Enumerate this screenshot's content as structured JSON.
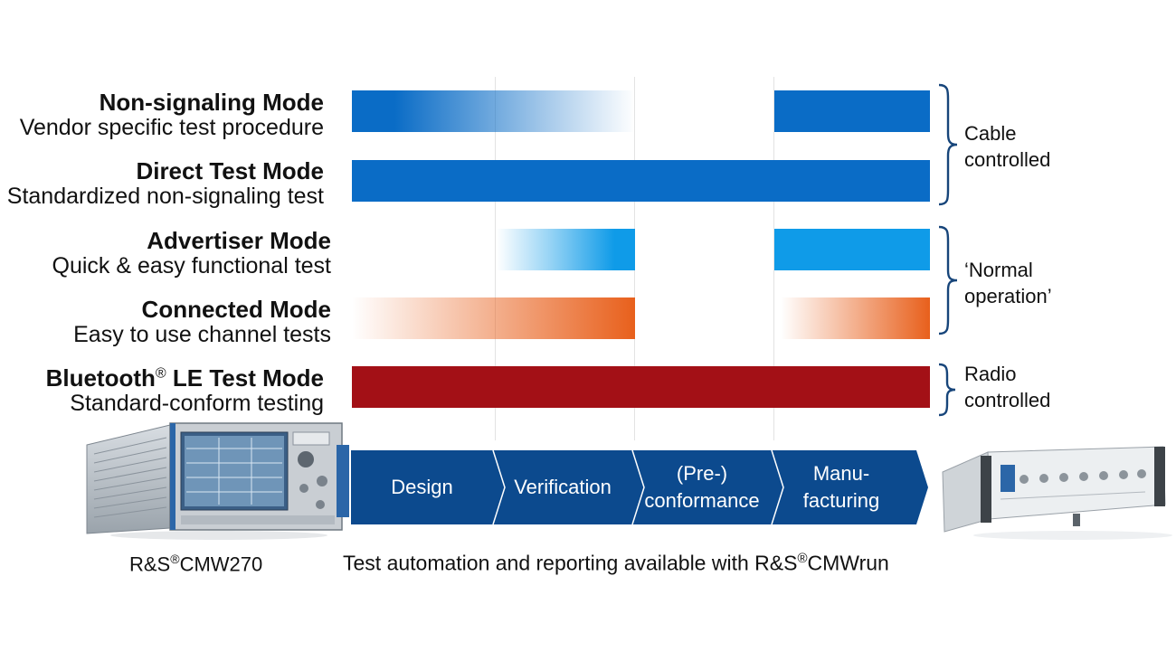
{
  "modes": [
    {
      "title": "Non-signaling Mode",
      "desc": "Vendor specific test procedure"
    },
    {
      "title": "Direct Test Mode",
      "desc": "Standardized non-signaling test"
    },
    {
      "title": "Advertiser Mode",
      "desc": "Quick & easy functional test"
    },
    {
      "title": "Connected Mode",
      "desc": "Easy to use channel tests"
    },
    {
      "title_main": "Bluetooth",
      "title_reg": "®",
      "title_rest": " LE Test Mode",
      "desc": "Standard-conform testing"
    }
  ],
  "groups": [
    {
      "line1": "Cable",
      "line2": "controlled"
    },
    {
      "line1": "‘Normal",
      "line2": "operation’"
    },
    {
      "line1": "Radio",
      "line2": "controlled"
    }
  ],
  "stages": [
    {
      "line1": "Design",
      "line2": ""
    },
    {
      "line1": "Verification",
      "line2": ""
    },
    {
      "line1": "(Pre-)",
      "line2": "conformance"
    },
    {
      "line1": "Manu-",
      "line2": "facturing"
    }
  ],
  "instruments": {
    "left_prefix": "R&S",
    "left_reg": "®",
    "left_model": "CMW270"
  },
  "footer": {
    "prefix": "Test automation and reporting available with R&S",
    "reg": "®",
    "product": "CMWrun"
  },
  "colors": {
    "blue": "#0a6cc6",
    "light_blue": "#0f9be8",
    "orange": "#e8601c",
    "dark_red": "#a31016",
    "process_blue": "#0c4a8e"
  }
}
